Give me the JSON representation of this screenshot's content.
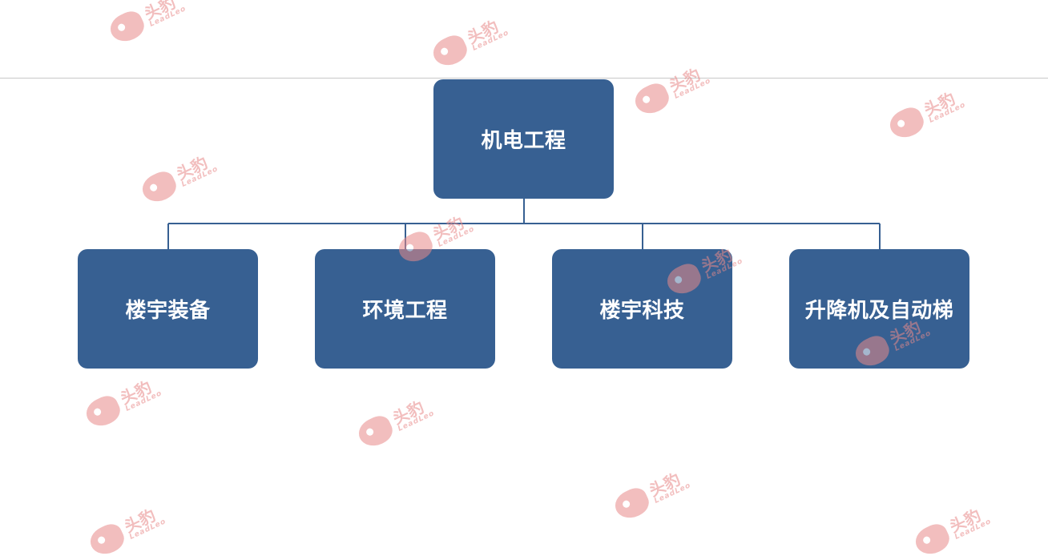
{
  "diagram": {
    "root": {
      "label": "机电工程"
    },
    "children": [
      {
        "label": "楼宇装备"
      },
      {
        "label": "环境工程"
      },
      {
        "label": "楼宇科技"
      },
      {
        "label": "升降机及自动梯"
      }
    ]
  },
  "watermark": {
    "cn": "头豹",
    "en": "LeadLeo",
    "color": "#e88a8a"
  },
  "colors": {
    "node_fill": "#376092",
    "connector": "#376092",
    "node_text": "#ffffff"
  }
}
